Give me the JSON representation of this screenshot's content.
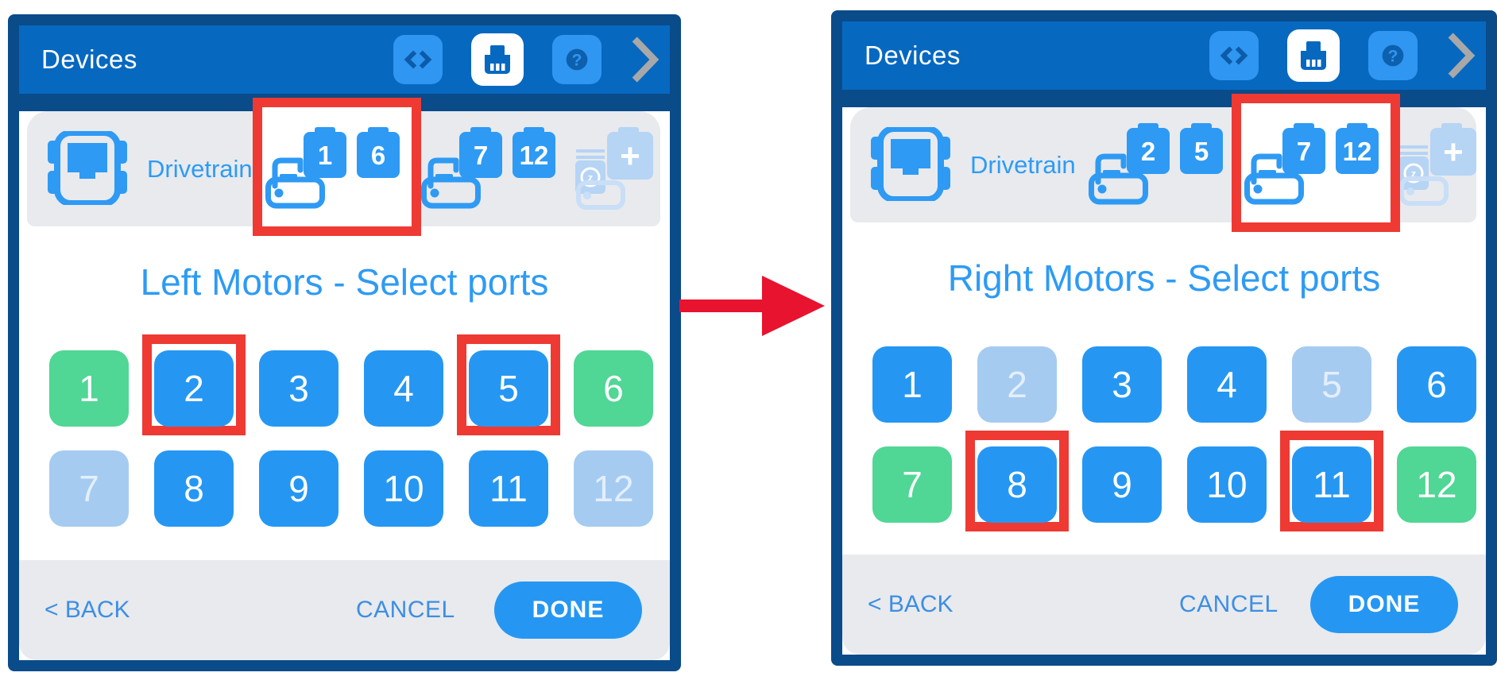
{
  "colors": {
    "titlebar_blue": "#0768c0",
    "border_navy": "#0a4b8a",
    "accent_blue": "#2e9bf4",
    "port_blue": "#2597f3",
    "port_green": "#50d695",
    "port_disabled": "#a6cbf1",
    "band_gray": "#e8eaee",
    "highlight_red": "#ee3a33",
    "arrow_red": "#e8132e"
  },
  "panels": [
    {
      "titlebar": {
        "title": "Devices",
        "help_glyph": "?"
      },
      "header": {
        "device_label": "Drivetrain",
        "motor_groups": [
          {
            "port_a": "1",
            "port_b": "6",
            "highlighted": true
          },
          {
            "port_a": "7",
            "port_b": "12",
            "highlighted": false
          }
        ],
        "add_battery_label": "+",
        "gyro_glyph": "z"
      },
      "heading": "Left Motors - Select ports",
      "ports": [
        {
          "label": "1",
          "state": "green",
          "highlighted": false
        },
        {
          "label": "2",
          "state": "blue",
          "highlighted": true
        },
        {
          "label": "3",
          "state": "blue",
          "highlighted": false
        },
        {
          "label": "4",
          "state": "blue",
          "highlighted": false
        },
        {
          "label": "5",
          "state": "blue",
          "highlighted": true
        },
        {
          "label": "6",
          "state": "green",
          "highlighted": false
        },
        {
          "label": "7",
          "state": "disabled",
          "highlighted": false
        },
        {
          "label": "8",
          "state": "blue",
          "highlighted": false
        },
        {
          "label": "9",
          "state": "blue",
          "highlighted": false
        },
        {
          "label": "10",
          "state": "blue",
          "highlighted": false
        },
        {
          "label": "11",
          "state": "blue",
          "highlighted": false
        },
        {
          "label": "12",
          "state": "disabled",
          "highlighted": false
        }
      ],
      "footer": {
        "back_label": "< BACK",
        "cancel_label": "CANCEL",
        "done_label": "DONE"
      }
    },
    {
      "titlebar": {
        "title": "Devices",
        "help_glyph": "?"
      },
      "header": {
        "device_label": "Drivetrain",
        "motor_groups": [
          {
            "port_a": "2",
            "port_b": "5",
            "highlighted": false
          },
          {
            "port_a": "7",
            "port_b": "12",
            "highlighted": true
          }
        ],
        "add_battery_label": "+",
        "gyro_glyph": "z"
      },
      "heading": "Right Motors - Select ports",
      "ports": [
        {
          "label": "1",
          "state": "blue",
          "highlighted": false
        },
        {
          "label": "2",
          "state": "disabled",
          "highlighted": false
        },
        {
          "label": "3",
          "state": "blue",
          "highlighted": false
        },
        {
          "label": "4",
          "state": "blue",
          "highlighted": false
        },
        {
          "label": "5",
          "state": "disabled",
          "highlighted": false
        },
        {
          "label": "6",
          "state": "blue",
          "highlighted": false
        },
        {
          "label": "7",
          "state": "green",
          "highlighted": false
        },
        {
          "label": "8",
          "state": "blue",
          "highlighted": true
        },
        {
          "label": "9",
          "state": "blue",
          "highlighted": false
        },
        {
          "label": "10",
          "state": "blue",
          "highlighted": false
        },
        {
          "label": "11",
          "state": "blue",
          "highlighted": true
        },
        {
          "label": "12",
          "state": "green",
          "highlighted": false
        }
      ],
      "footer": {
        "back_label": "< BACK",
        "cancel_label": "CANCEL",
        "done_label": "DONE"
      }
    }
  ]
}
